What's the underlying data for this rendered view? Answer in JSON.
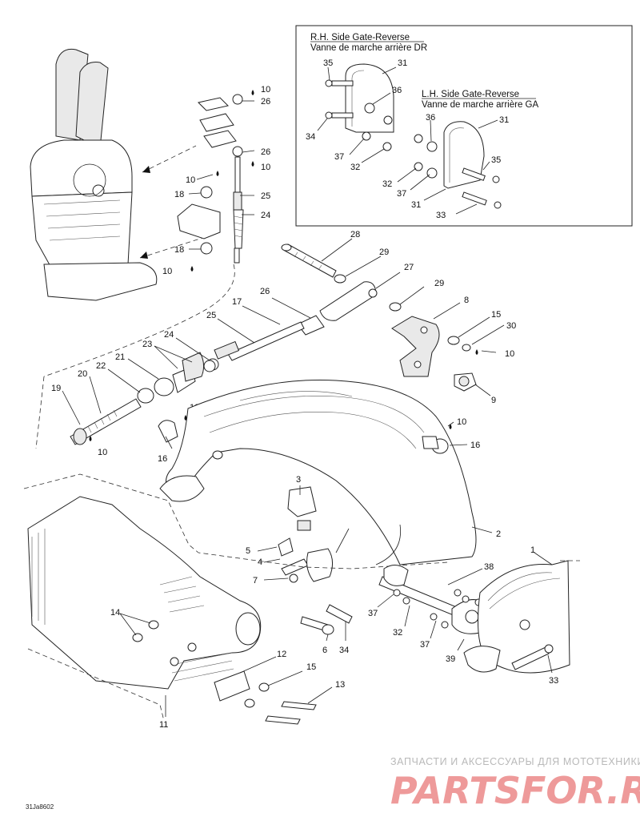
{
  "inset_rh": {
    "title": "R.H. Side Gate-Reverse",
    "subtitle": "Vanne de marche arrière DR"
  },
  "inset_lh": {
    "title": "L.H. Side Gate-Reverse",
    "subtitle": "Vanne de marche arrière GA"
  },
  "callouts": {
    "c1": "1",
    "c2": "2",
    "c3": "3",
    "c4": "4",
    "c5": "5",
    "c6": "6",
    "c7": "7",
    "c8": "8",
    "c9": "9",
    "c10": "10",
    "c11": "11",
    "c12": "12",
    "c13": "13",
    "c14": "14",
    "c15": "15",
    "c16": "16",
    "c17": "17",
    "c18": "18",
    "c19": "19",
    "c20": "20",
    "c21": "21",
    "c22": "22",
    "c23": "23",
    "c24": "24",
    "c25": "25",
    "c26": "26",
    "c27": "27",
    "c28": "28",
    "c29": "29",
    "c30": "30",
    "c31": "31",
    "c32": "32",
    "c33": "33",
    "c34": "34",
    "c35": "35",
    "c36": "36",
    "c37": "37",
    "c38": "38",
    "c39": "39"
  },
  "figure_ref": "31Ja8602",
  "watermark": {
    "tagline": "ЗАПЧАСТИ И АКСЕССУАРЫ ДЛЯ МОТОТЕХНИКИ",
    "logo": "PARTSFOR.RU"
  },
  "colors": {
    "line": "#222222",
    "watermark_logo": "#ee9a9a",
    "watermark_text": "#b9b9b9"
  }
}
